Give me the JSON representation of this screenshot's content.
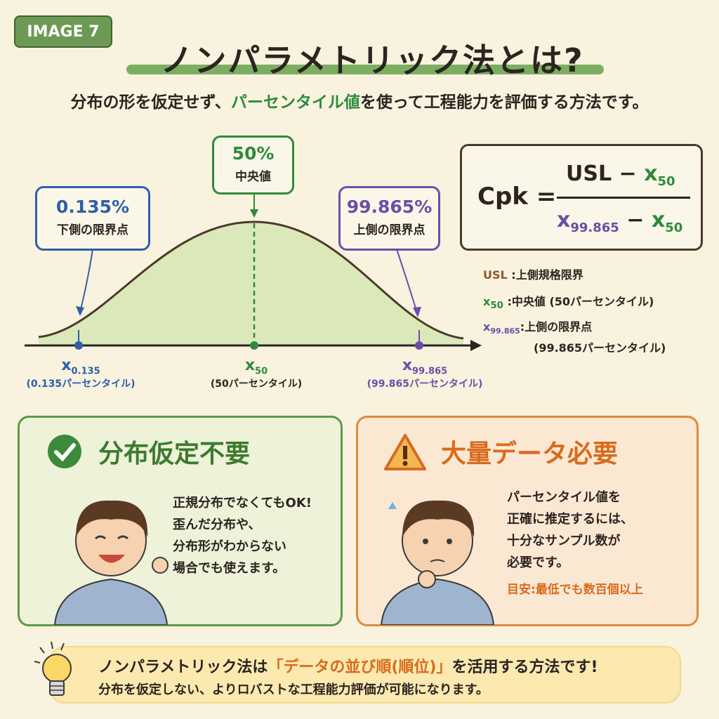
{
  "tag": "IMAGE 7",
  "title": "ノンパラメトリック法とは?",
  "subtitle": {
    "pre": "分布の形を仮定せず、",
    "highlight": "パーセンタイル値",
    "post": "を使って工程能力を評価する方法です。"
  },
  "callouts": {
    "lower": {
      "value": "0.135%",
      "label": "下側の限界点"
    },
    "center": {
      "value": "50%",
      "label": "中央値"
    },
    "upper": {
      "value": "99.865%",
      "label": "上側の限界点"
    }
  },
  "axis_points": [
    {
      "x": "x",
      "sub": "0.135",
      "desc": "(0.135パーセンタイル)"
    },
    {
      "x": "x",
      "sub": "50",
      "desc": "(50パーセンタイル)"
    },
    {
      "x": "x",
      "sub": "99.865",
      "desc": "(99.865パーセンタイル)"
    }
  ],
  "formula": {
    "lhs": "Cpk =",
    "num_a": "USL −",
    "num_b": "x",
    "num_b_sub": "50",
    "den_a": "x",
    "den_a_sub": "99.865",
    "den_mid": "−",
    "den_b": "x",
    "den_b_sub": "50"
  },
  "legend": [
    {
      "sym": "USL",
      "sub": "",
      "text": ":上側規格限界"
    },
    {
      "sym": "x",
      "sub": "50",
      "text": ":中央値 (50パーセンタイル)"
    },
    {
      "sym": "x",
      "sub": "99.865",
      "text": ":上側の限界点",
      "text2": "(99.865パーセンタイル)"
    }
  ],
  "cards": {
    "left": {
      "title": "分布仮定不要",
      "lines": [
        "正規分布でなくてもOK!",
        "歪んだ分布や、",
        "分布形がわからない",
        "場合でも使えます。"
      ]
    },
    "right": {
      "title": "大量データ必要",
      "lines": [
        "パーセンタイル値を",
        "正確に推定するには、",
        "十分なサンプル数が",
        "必要です。"
      ],
      "note": "目安:最低でも数百個以上"
    }
  },
  "footer": {
    "pre": "ノンパラメトリック法は",
    "highlight": "「データの並び順(順位)」",
    "post": "を活用する方法です!",
    "line2": "分布を仮定しない、よりロバストな工程能力評価が可能になります。"
  },
  "colors": {
    "bg": "#f8f2de",
    "green": "#2e8b3a",
    "blue": "#2f5fa8",
    "purple": "#6b4ea8",
    "orange": "#d86b1e",
    "brown": "#8a5a2b"
  }
}
